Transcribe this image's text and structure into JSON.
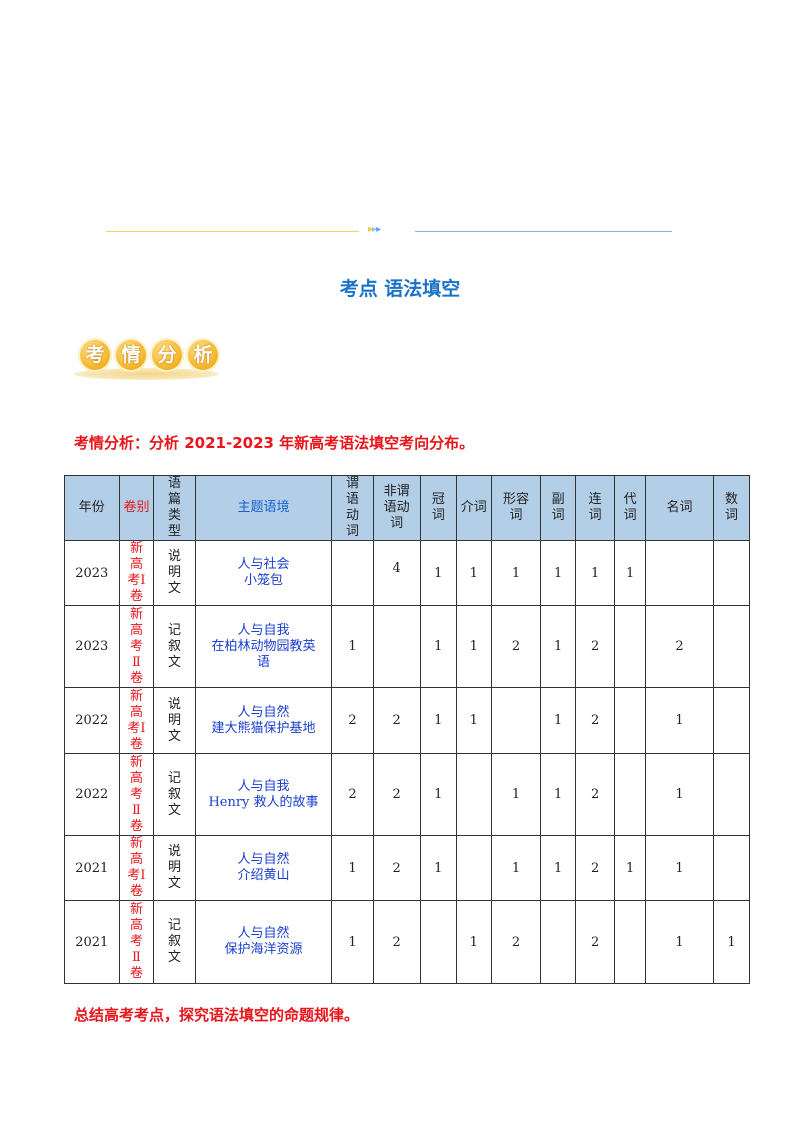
{
  "divider": {
    "arrows": [
      "▸",
      "▸",
      "▸"
    ]
  },
  "title": "考点  语法填空",
  "badge": {
    "chars": [
      "考",
      "情",
      "分",
      "析"
    ]
  },
  "section_heading": "考情分析：分析 2021-2023 年新高考语法填空考向分布。",
  "table": {
    "headers": [
      "年份",
      "卷别",
      "语\n篇\n类\n型",
      "主题语境",
      "谓\n语\n动\n词",
      "非谓\n语动\n词",
      "冠\n词",
      "介词",
      "形容\n词",
      "副\n词",
      "连\n词",
      "代\n词",
      "名词",
      "数\n词"
    ],
    "rows": [
      {
        "year": "2023",
        "volume": "新\n高\n考Ⅰ\n卷",
        "genre": "说\n明\n文",
        "topic": "人与社会\n小笼包",
        "predicate": "",
        "nonfinite": "4",
        "article": "1",
        "preposition": "1",
        "adjective": "1",
        "adverb": "1",
        "conjunction": "1",
        "pronoun": "1",
        "noun": "",
        "numeral": ""
      },
      {
        "year": "2023",
        "volume": "新\n高\n考\nⅡ\n卷",
        "genre": "记\n叙\n文",
        "topic": "人与自我\n在柏林动物园教英\n语",
        "predicate": "1",
        "nonfinite": "",
        "article": "1",
        "preposition": "1",
        "adjective": "2",
        "adverb": "1",
        "conjunction": "2",
        "pronoun": "",
        "noun": "2",
        "numeral": ""
      },
      {
        "year": "2022",
        "volume": "新\n高\n考Ⅰ\n卷",
        "genre": "说\n明\n文",
        "topic": "人与自然\n建大熊猫保护基地",
        "predicate": "2",
        "nonfinite": "2",
        "article": "1",
        "preposition": "1",
        "adjective": "",
        "adverb": "1",
        "conjunction": "2",
        "pronoun": "",
        "noun": "1",
        "numeral": ""
      },
      {
        "year": "2022",
        "volume": "新\n高\n考\nⅡ\n卷",
        "genre": "记\n叙\n文",
        "topic": "人与自我\nHenry 救人的故事",
        "predicate": "2",
        "nonfinite": "2",
        "article": "1",
        "preposition": "",
        "adjective": "1",
        "adverb": "1",
        "conjunction": "2",
        "pronoun": "",
        "noun": "1",
        "numeral": ""
      },
      {
        "year": "2021",
        "volume": "新\n高\n考Ⅰ\n卷",
        "genre": "说\n明\n文",
        "topic": "人与自然\n介绍黄山",
        "predicate": "1",
        "nonfinite": "2",
        "article": "1",
        "preposition": "",
        "adjective": "1",
        "adverb": "1",
        "conjunction": "2",
        "pronoun": "1",
        "noun": "1",
        "numeral": ""
      },
      {
        "year": "2021",
        "volume": "新\n高\n考\nⅡ\n卷",
        "genre": "记\n叙\n文",
        "topic": "人与自然\n保护海洋资源",
        "predicate": "1",
        "nonfinite": "2",
        "article": "",
        "preposition": "1",
        "adjective": "2",
        "adverb": "",
        "conjunction": "2",
        "pronoun": "",
        "noun": "1",
        "numeral": "1"
      }
    ]
  },
  "footer_note": "总结高考考点，探究语法填空的命题规律。"
}
